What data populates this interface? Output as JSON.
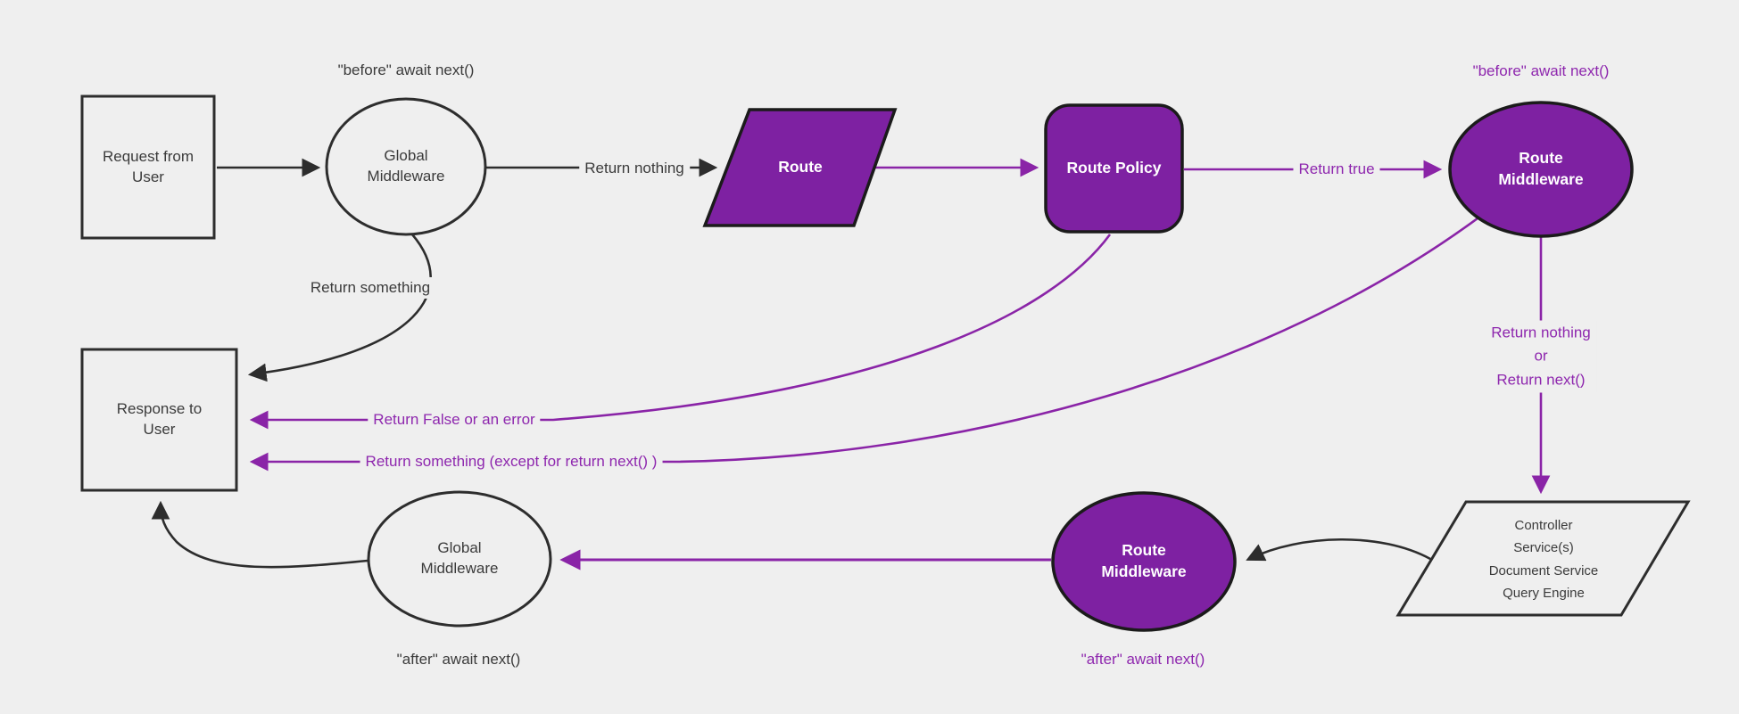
{
  "diagram_title": "middleware-request-flow-diagram",
  "colors": {
    "background": "#efefef",
    "light_node_fill": "#efefef",
    "dark_stroke": "#2d2d2d",
    "purple_fill": "#7e21a2",
    "purple_shape_stroke": "#1b1b1b",
    "purple_line": "#8a24a7",
    "purple_text": "#8e27ae",
    "dark_text": "#3b3b3b",
    "white_text": "#ffffff"
  },
  "nodes": {
    "request": {
      "label": "Request from User"
    },
    "global_middleware_top": {
      "label": "Global Middleware"
    },
    "route": {
      "label": "Route"
    },
    "route_policy": {
      "label": "Route Policy"
    },
    "route_middleware_top": {
      "label": "Route Middleware"
    },
    "controller": {
      "lines": [
        "Controller",
        "Service(s)",
        "Document Service",
        "Query Engine"
      ]
    },
    "route_middleware_bottom": {
      "label": "Route Middleware"
    },
    "global_middleware_bottom": {
      "label": "Global Middleware"
    },
    "response": {
      "label": "Response to User"
    }
  },
  "edge_labels": {
    "before_await_next_global": "\"before\" await next()",
    "return_nothing": "Return nothing",
    "return_true": "Return true",
    "before_await_next_route": "\"before\" await next()",
    "return_nothing_or": [
      "Return nothing",
      "or",
      "Return next()"
    ],
    "return_something": "Return something",
    "return_false_or_error": "Return False or an error",
    "return_something_except": "Return something (except for return next() )",
    "after_await_next_route": "\"after\" await next()",
    "after_await_next_global": "\"after\" await next()"
  }
}
